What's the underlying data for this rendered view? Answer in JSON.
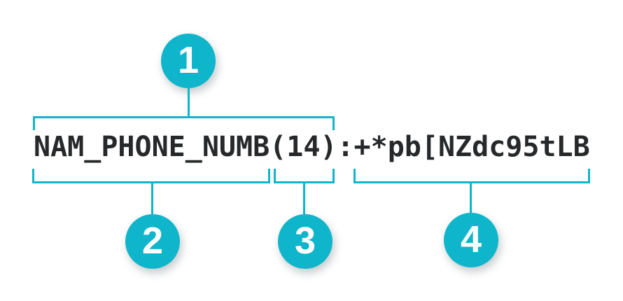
{
  "diagram": {
    "code_line": {
      "text": "NAM_PHONE_NUMB(14):+*pb[NZdc95tLB"
    },
    "callouts": [
      {
        "label": "1",
        "span": "NAM_PHONE_NUMB(14)",
        "side": "above"
      },
      {
        "label": "2",
        "span": "NAM_PHONE_NUMB",
        "side": "below"
      },
      {
        "label": "3",
        "span": "(14)",
        "side": "below"
      },
      {
        "label": "4",
        "span": "+*pb[NZdc95tLB",
        "side": "below"
      }
    ],
    "colors": {
      "accent": "#0fb5cb",
      "text": "#26282a",
      "background": "#ffffff"
    }
  }
}
